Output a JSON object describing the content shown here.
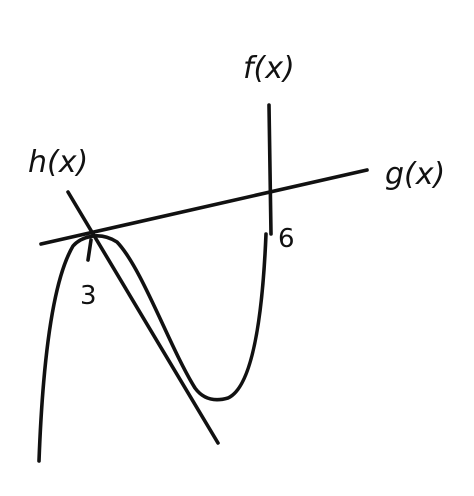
{
  "labels": {
    "f": "f(x)",
    "g": "g(x)",
    "h": "h(x)"
  },
  "marks": {
    "x3": "3",
    "x6": "6"
  },
  "colors": {
    "ink": "#111111",
    "background": "#ffffff"
  }
}
